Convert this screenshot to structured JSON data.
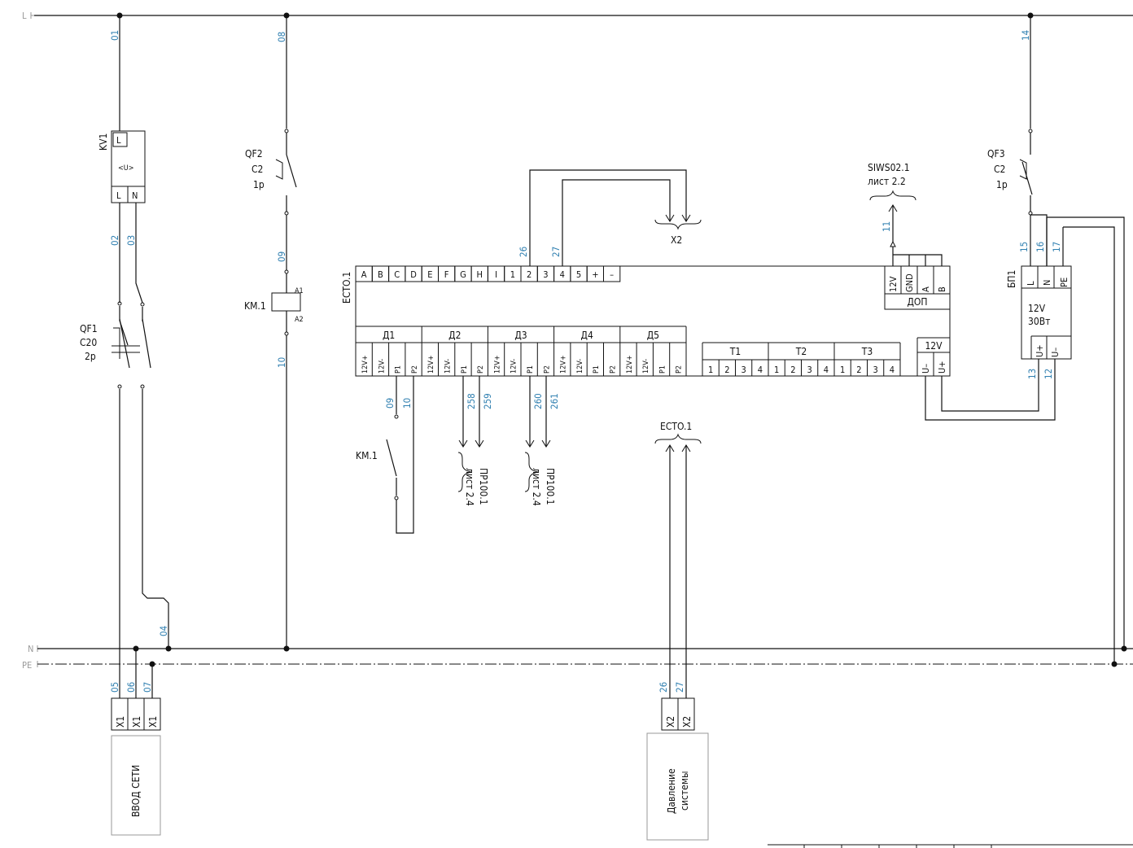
{
  "buses": {
    "L": "L",
    "N": "N",
    "PE": "PE"
  },
  "wire_numbers": {
    "w01": "01",
    "w08": "08",
    "w14": "14",
    "w02": "02",
    "w03": "03",
    "w09": "09",
    "w10": "10",
    "w04": "04",
    "w05": "05",
    "w06": "06",
    "w07": "07",
    "w26": "26",
    "w27": "27",
    "w11": "11",
    "w15": "15",
    "w16": "16",
    "w17": "17",
    "w13": "13",
    "w12": "12",
    "w09b": "09",
    "w10b": "10",
    "w258": "258",
    "w259": "259",
    "w260": "260",
    "w261": "261",
    "w26b": "26",
    "w27b": "27"
  },
  "kv1": {
    "name": "KV1",
    "top": "L",
    "mid": "<U>",
    "l": "L",
    "n": "N"
  },
  "qf1": {
    "name": "QF1",
    "rating": "C20",
    "poles": "2p"
  },
  "qf2": {
    "name": "QF2",
    "rating": "C2",
    "poles": "1p"
  },
  "qf3": {
    "name": "QF3",
    "rating": "C2",
    "poles": "1p"
  },
  "km1": {
    "name": "KM.1",
    "a1": "A1",
    "a2": "A2",
    "contact": "KM.1"
  },
  "ecto": {
    "name": "ECTO.1",
    "top_terminals": [
      "A",
      "B",
      "C",
      "D",
      "E",
      "F",
      "G",
      "H",
      "I",
      "1",
      "2",
      "3",
      "4",
      "5",
      "+",
      "–"
    ],
    "dop": {
      "pins": [
        "12V",
        "GND",
        "A",
        "B"
      ],
      "label": "ДОП"
    },
    "inputs": [
      {
        "name": "Д1",
        "pins": [
          "12V+",
          "12V-",
          "P1",
          "P2"
        ]
      },
      {
        "name": "Д2",
        "pins": [
          "12V+",
          "12V-",
          "P1",
          "P2"
        ]
      },
      {
        "name": "Д3",
        "pins": [
          "12V+",
          "12V-",
          "P1",
          "P2"
        ]
      },
      {
        "name": "Д4",
        "pins": [
          "12V+",
          "12V-",
          "P1",
          "P2"
        ]
      },
      {
        "name": "Д5",
        "pins": [
          "12V+",
          "12V-",
          "P1",
          "P2"
        ]
      }
    ],
    "temps": [
      {
        "name": "T1",
        "pins": [
          "1",
          "2",
          "3",
          "4"
        ]
      },
      {
        "name": "T2",
        "pins": [
          "1",
          "2",
          "3",
          "4"
        ]
      },
      {
        "name": "T3",
        "pins": [
          "1",
          "2",
          "3",
          "4"
        ]
      }
    ],
    "power": {
      "label": "12V",
      "pins": [
        "U–",
        "U+"
      ]
    }
  },
  "x2_ref": "X2",
  "siws_ref": {
    "name": "SIWS02.1",
    "sheet": "лист 2.2"
  },
  "pr_ref1": {
    "name": "ПР100.1",
    "sheet": "лист 2.4"
  },
  "pr_ref2": {
    "name": "ПР100.1",
    "sheet": "лист 2.4"
  },
  "ecto_ref": "ECTO.1",
  "bp1": {
    "name": "БП1",
    "pins": [
      "L",
      "N",
      "PE"
    ],
    "volt": "12V",
    "power": "30Вт",
    "out": [
      "U+",
      "U–"
    ]
  },
  "x1_terms": [
    "X1",
    "X1",
    "X1"
  ],
  "x1_box": "ВВОД СЕТИ",
  "x2_terms": [
    "X2",
    "X2"
  ],
  "x2_box": [
    "Давление",
    "системы"
  ]
}
